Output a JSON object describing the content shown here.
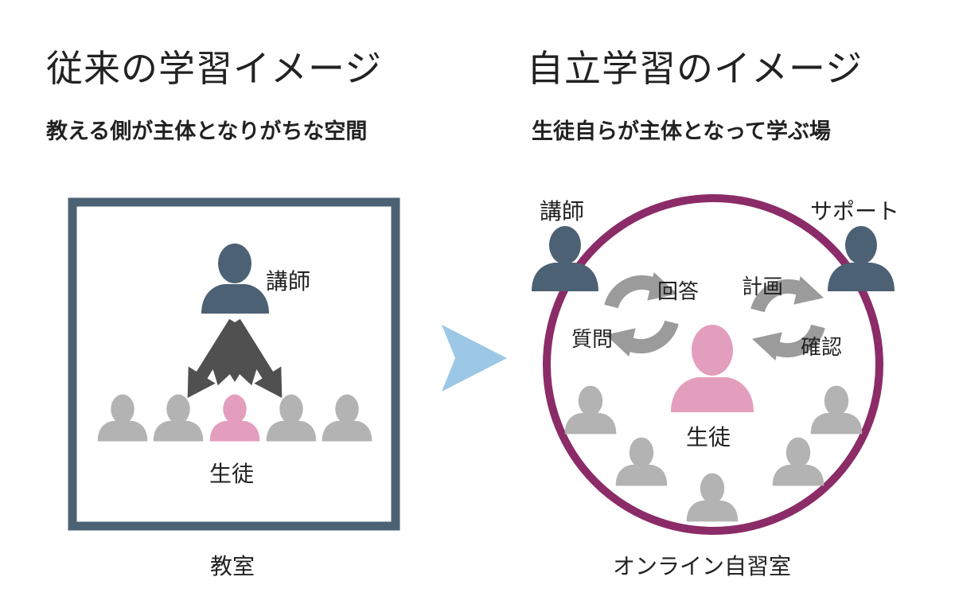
{
  "left": {
    "title": "従来の学習イメージ",
    "subtitle": "教える側が主体となりがちな空間",
    "teacher_label": "講師",
    "student_label": "生徒",
    "caption": "教室"
  },
  "right": {
    "title": "自立学習のイメージ",
    "subtitle": "生徒自らが主体となって学ぶ場",
    "teacher_label": "講師",
    "support_label": "サポート",
    "cycle_left": {
      "top": "回答",
      "bottom": "質問"
    },
    "cycle_right": {
      "top": "計画",
      "bottom": "確認"
    },
    "student_label": "生徒",
    "caption": "オンライン自習室"
  },
  "colors": {
    "teacher": "#4d6175",
    "student_gray": "#b3b3b3",
    "student_pink": "#e49ebd",
    "classroom_border": "#4d6175",
    "circle_border": "#8b2c68",
    "arrow_dark": "#505050",
    "cycle_gray": "#9b9b9b",
    "transition_arrow": "#9cc8e6"
  }
}
